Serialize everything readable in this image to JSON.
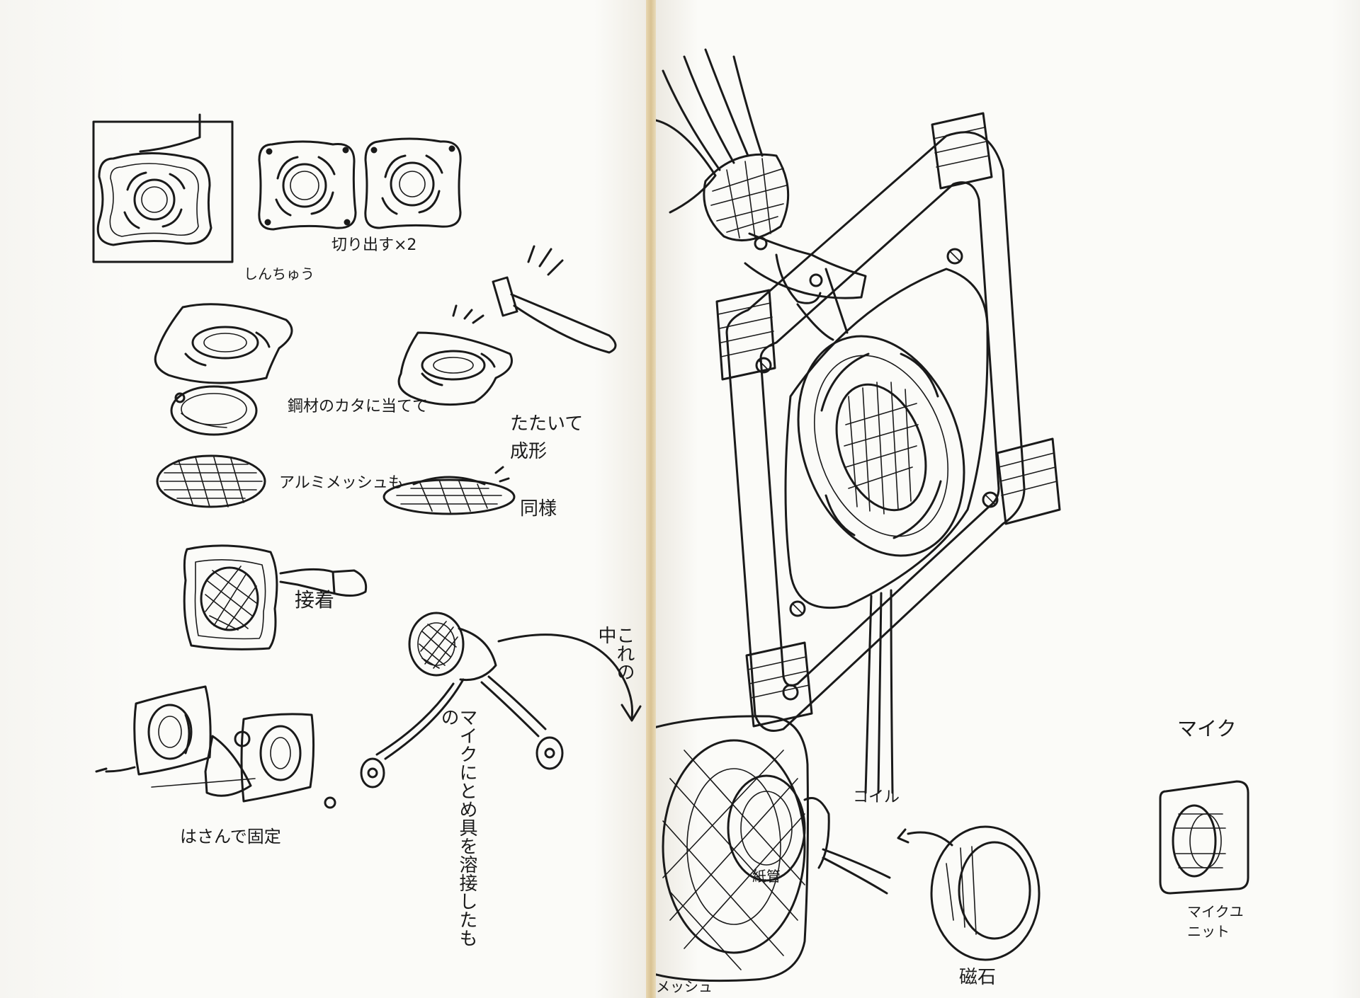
{
  "notes": {
    "shinchu": "しんちゅう",
    "cut_out_x2": "切り出す×2",
    "press_on_lid": "鋼材のカタに当てて",
    "hammer_form": "たたいて成形",
    "aluminum_mesh": "アルミメッシュも",
    "same_way": "同様",
    "glue": "接着",
    "clamp_fix": "はさんで固定",
    "inside_this": "これの中",
    "mic_clamp_weld": "マイクにとめ具を溶接したもの",
    "mic": "マイク",
    "coil": "コイル",
    "paper_tube": "紙管",
    "mesh": "メッシュ",
    "magnet": "磁石",
    "mic_unit": "マイクユニット"
  },
  "colors": {
    "ink": "#1a1a1a",
    "paper": "#fbfbf8",
    "spine": "#d9c292"
  }
}
